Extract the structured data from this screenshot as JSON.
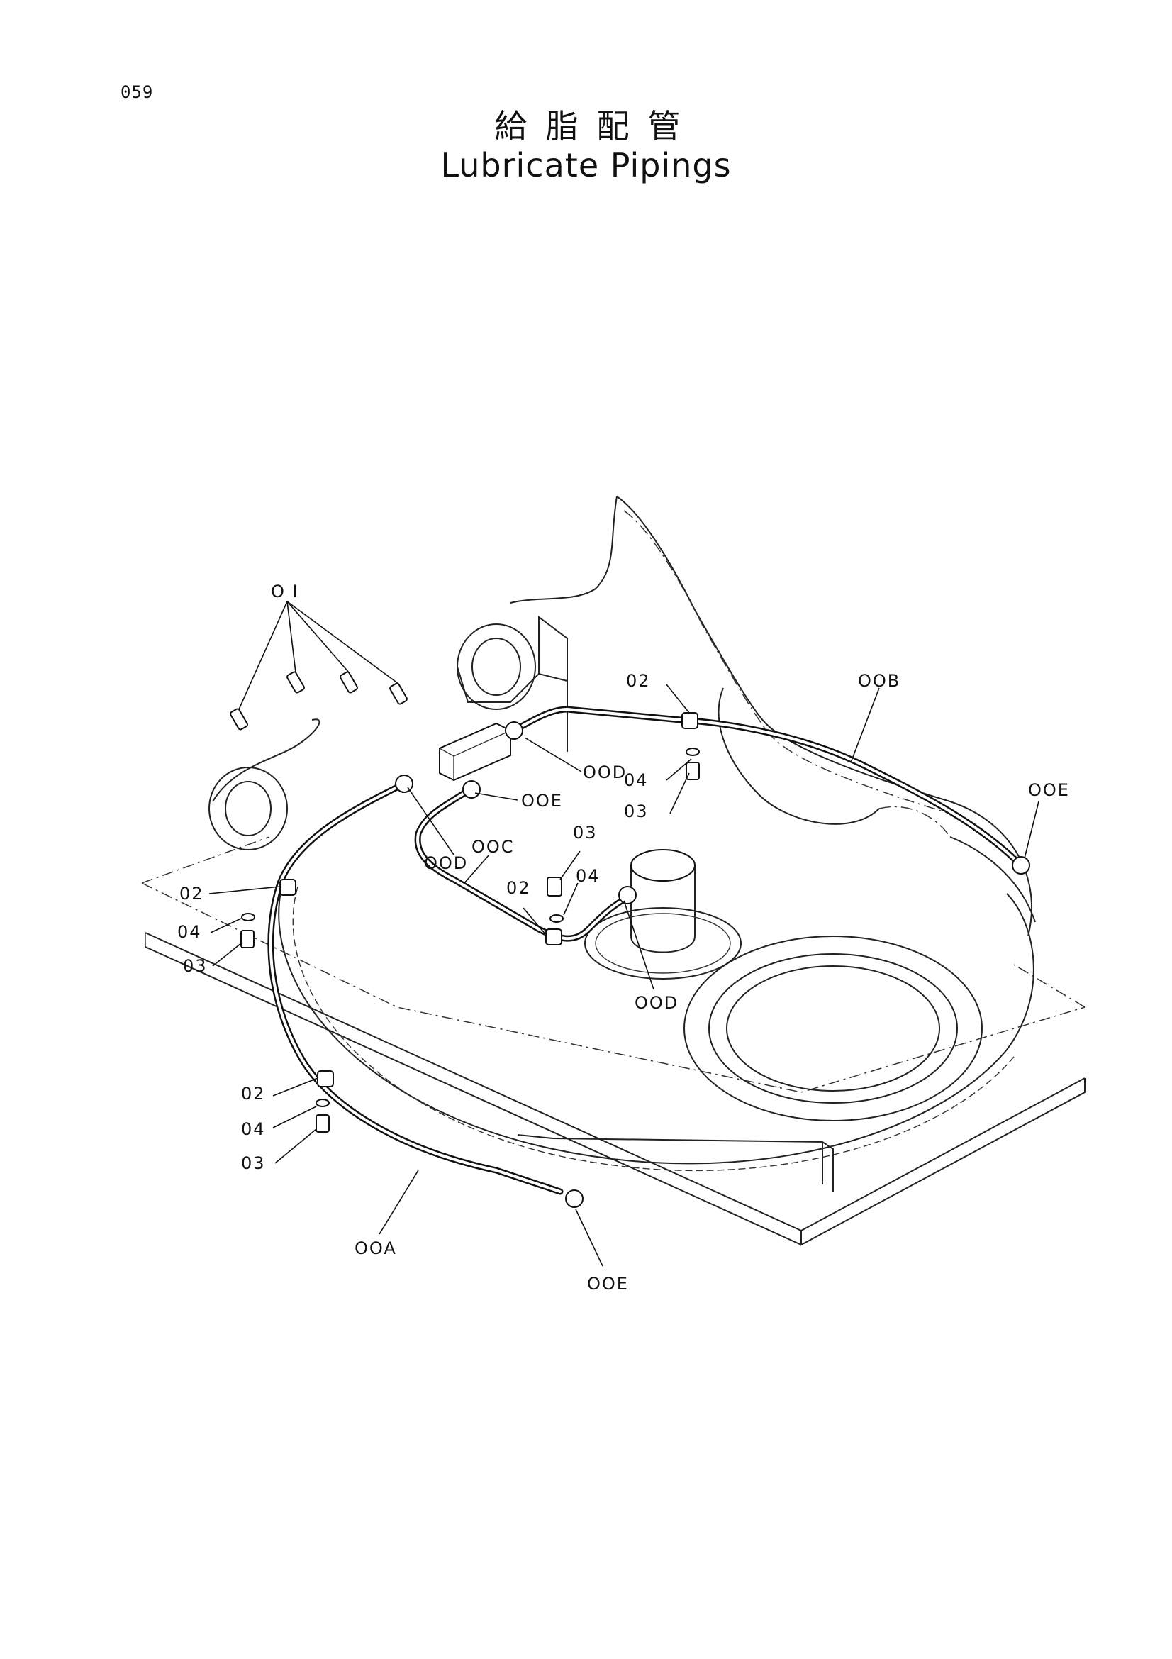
{
  "page_number": "059",
  "title_ja": "給脂配管",
  "title_en": "Lubricate Pipings",
  "callouts": {
    "c01": "O I",
    "c02_top": "02",
    "c00B": "OOB",
    "c00D_top": "OOD",
    "c04_top": "04",
    "c03_top": "03",
    "c00E_mid": "OOE",
    "c00E_right": "OOE",
    "c03_center": "03",
    "c00C": "OOC",
    "c00D_mid": "OOD",
    "c04_center": "04",
    "c02_center": "02",
    "c02_left": "02",
    "c04_left": "04",
    "c03_left": "03",
    "c00D_bottom": "OOD",
    "c02_low": "02",
    "c04_low": "04",
    "c03_low": "03",
    "c00A": "OOA",
    "c00E_bottom": "OOE"
  }
}
